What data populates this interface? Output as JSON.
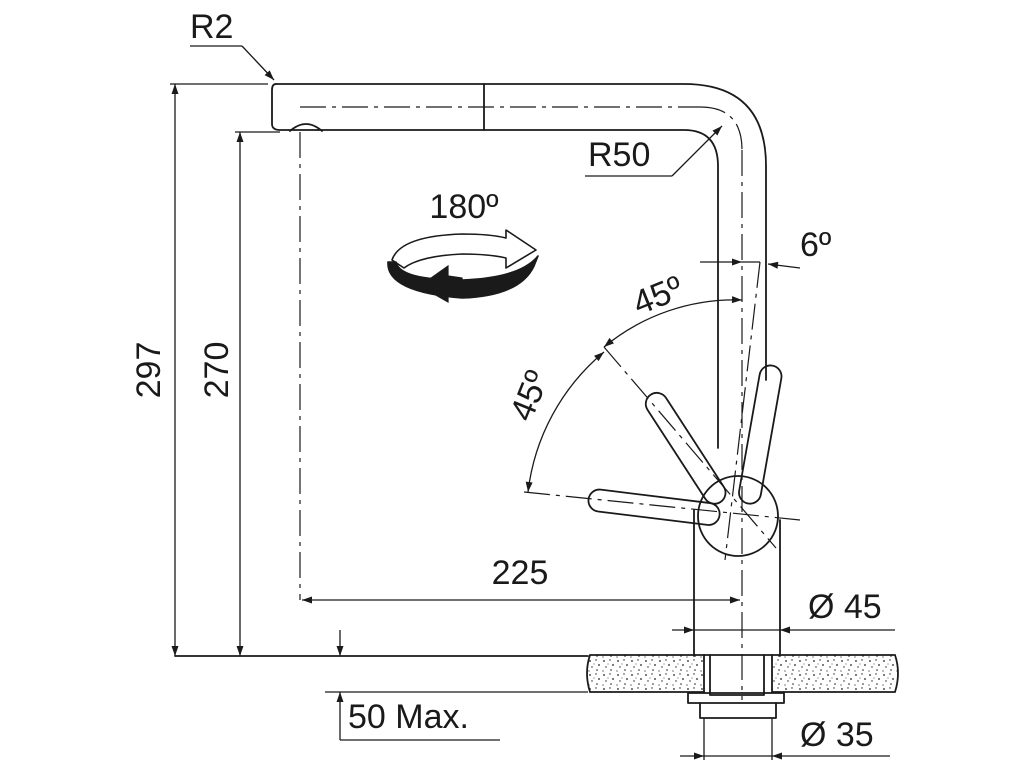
{
  "dimensions": {
    "r2": "R2",
    "r50": "R50",
    "rotation": "180º",
    "angle_6": "6º",
    "angle_45_upper": "45º",
    "angle_45_lower": "45º",
    "height_297": "297",
    "height_270": "270",
    "reach_225": "225",
    "dia_45": "Ø 45",
    "dia_35": "Ø 35",
    "max_50": "50 Max."
  }
}
